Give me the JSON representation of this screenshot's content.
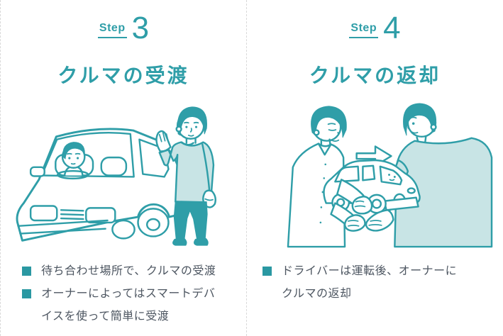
{
  "colors": {
    "accent_teal": "#2f9ea8",
    "light_teal_fill": "#c8e4e5",
    "body_text": "#4d5661",
    "bullet_square": "#2a98a2",
    "divider_gray": "#d9d9d9",
    "background": "#ffffff"
  },
  "steps": [
    {
      "step_label": "Step",
      "step_number": "3",
      "title": "クルマの受渡",
      "illustration": "owner-waves-to-driver-sitting-in-car",
      "bullets": [
        "待ち合わせ場所で、クルマの受渡",
        "オーナーによってはスマートデバイスを使って簡単に受渡"
      ]
    },
    {
      "step_label": "Step",
      "step_number": "4",
      "title": "クルマの返却",
      "illustration": "driver-hands-toy-car-back-to-owner-with-right-arrow",
      "bullets": [
        "ドライバーは運転後、オーナーにクルマの返却"
      ]
    }
  ]
}
